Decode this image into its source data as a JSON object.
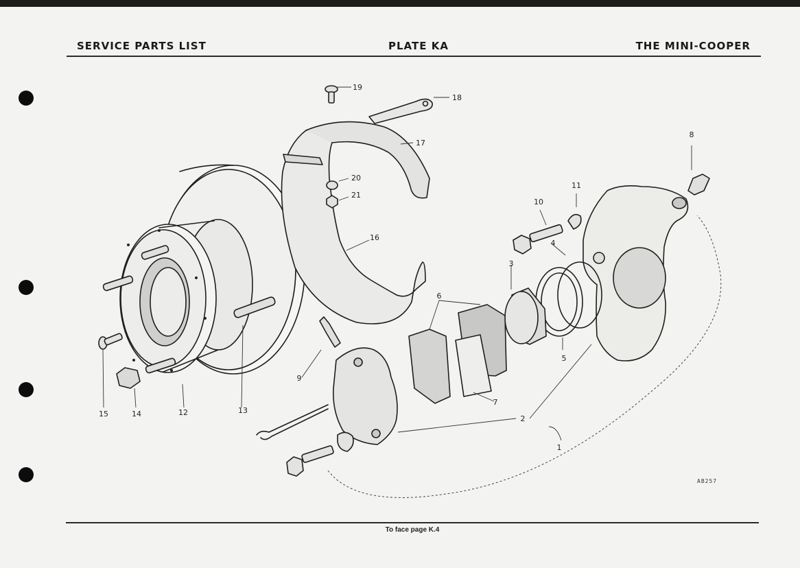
{
  "header": {
    "left": "SERVICE PARTS LIST",
    "center": "PLATE KA",
    "right": "THE MINI-COOPER"
  },
  "footer": "To face page K.4",
  "reference": "AB257",
  "callouts": [
    "1",
    "2",
    "3",
    "4",
    "5",
    "6",
    "7",
    "8",
    "9",
    "10",
    "11",
    "12",
    "13",
    "14",
    "15",
    "16",
    "17",
    "18",
    "19",
    "20",
    "21"
  ]
}
